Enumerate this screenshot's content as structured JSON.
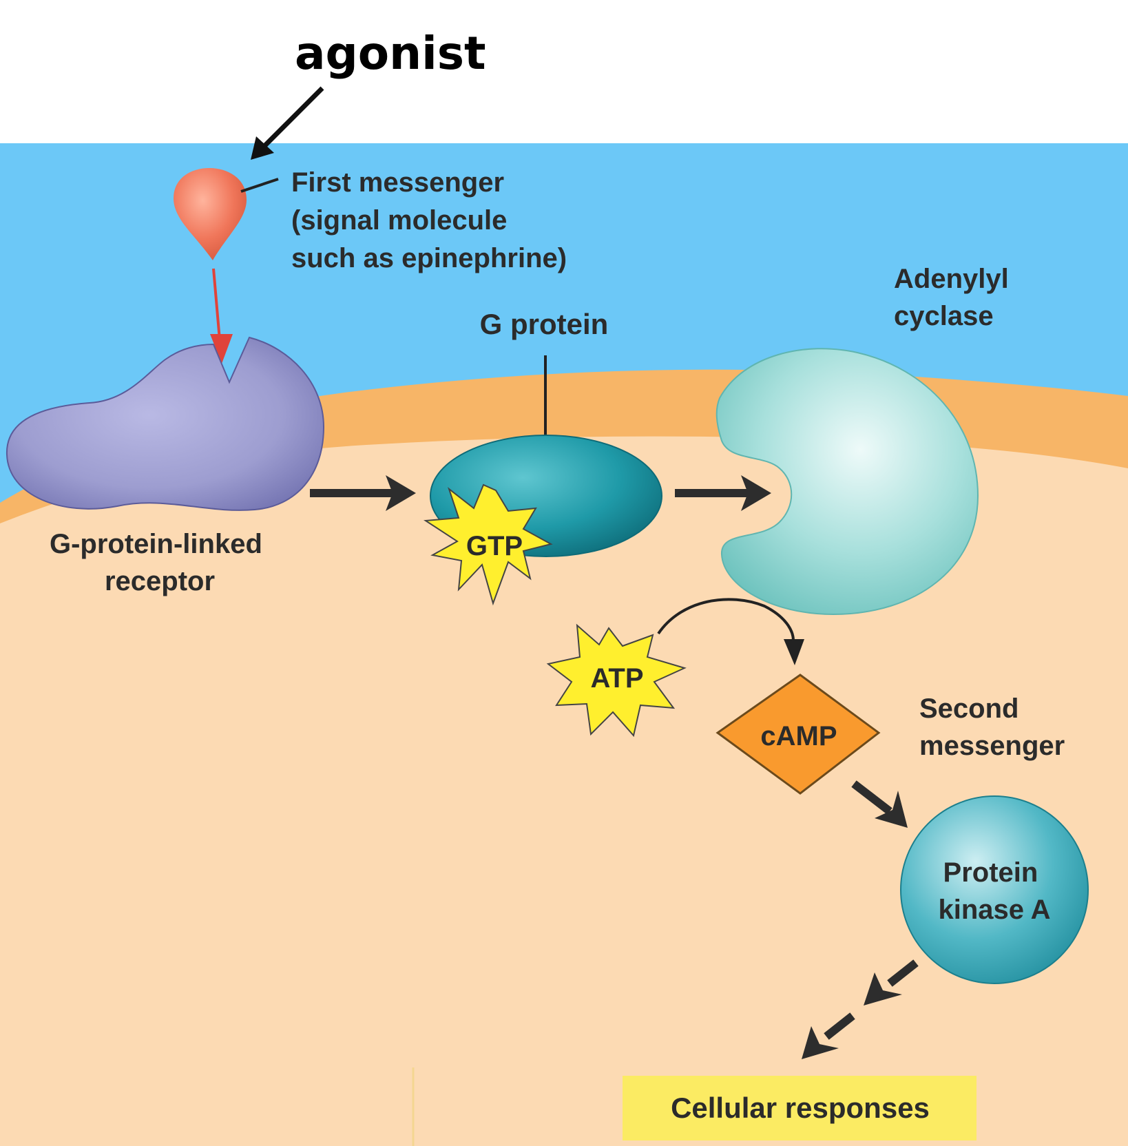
{
  "labels": {
    "agonist": "agonist",
    "first_messenger": [
      "First messenger",
      "(signal molecule",
      "such as epinephrine)"
    ],
    "g_protein": "G protein",
    "adenylyl_cyclase": [
      "Adenylyl",
      "cyclase"
    ],
    "receptor": [
      "G-protein-linked",
      "receptor"
    ],
    "gtp": "GTP",
    "atp": "ATP",
    "camp": "cAMP",
    "second_messenger": [
      "Second",
      "messenger"
    ],
    "protein_kinase": [
      "Protein",
      "kinase A"
    ],
    "cellular_responses": "Cellular responses"
  },
  "colors": {
    "extracellular": "#6cc8f7",
    "membrane": "#f7b567",
    "cytoplasm": "#fcdab3",
    "receptor": "#9d9dd0",
    "g_protein": "#1f9aa8",
    "adenylyl_cyclase": "#a8e0dc",
    "signal_molecule": "#f0765a",
    "star": "#ffef2e",
    "camp": "#f99a2e",
    "kinase": "#52b8c6",
    "response_box": "#fbeb63"
  }
}
